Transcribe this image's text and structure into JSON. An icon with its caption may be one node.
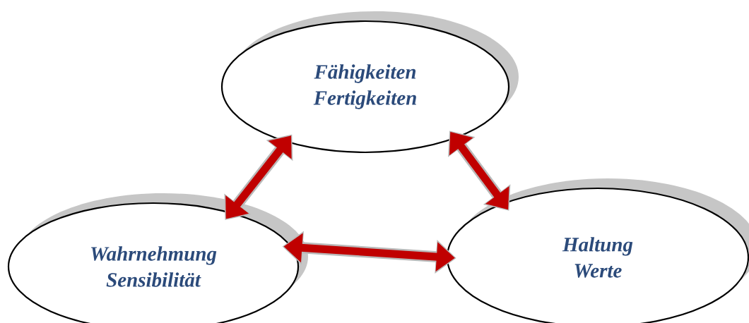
{
  "diagram": {
    "nodes": [
      {
        "text": [
          "Fähigkeiten Fertigkeiten"
        ]
      },
      {
        "text": [
          "Wahrnehmung Sensibilität"
        ]
      },
      {
        "text": [
          "Haltung Werte"
        ]
      }
    ],
    "edges": [
      {
        "from": 1,
        "to": 0,
        "arrow": "both"
      },
      {
        "from": 0,
        "to": 2,
        "arrow": "both"
      },
      {
        "from": 1,
        "to": 2,
        "arrow": "both"
      }
    ]
  }
}
